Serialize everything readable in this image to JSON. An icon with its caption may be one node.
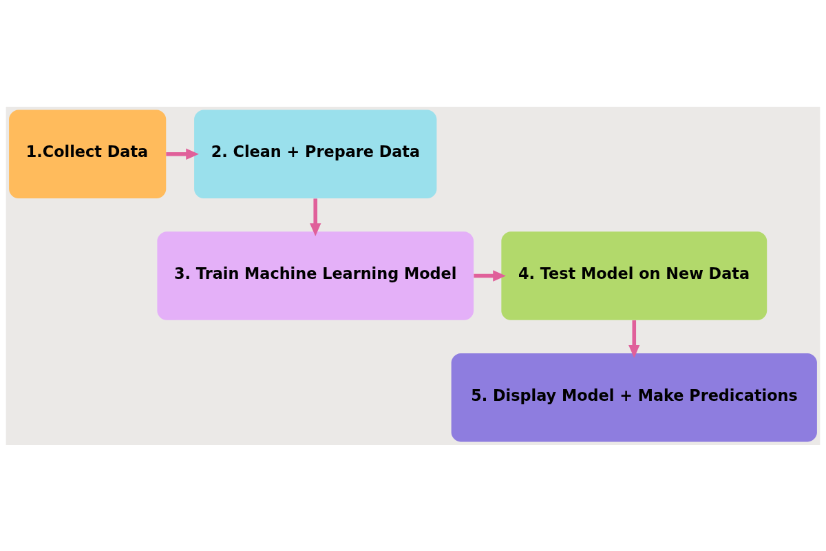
{
  "diagram": {
    "nodes": [
      {
        "text": [
          "1.Collect Data"
        ]
      },
      {
        "text": [
          "2. Clean + Prepare Data"
        ]
      },
      {
        "text": [
          "3. Train Machine Learning Model"
        ]
      },
      {
        "text": [
          "4. Test Model on New Data"
        ]
      },
      {
        "text": [
          "5. Display Model + Make Predications"
        ]
      }
    ],
    "edges": [
      {
        "from": 0,
        "to": 1,
        "arrow": "to"
      },
      {
        "from": 1,
        "to": 2,
        "arrow": "to"
      },
      {
        "from": 2,
        "to": 3,
        "arrow": "to"
      },
      {
        "from": 3,
        "to": 4,
        "arrow": "to"
      }
    ]
  }
}
